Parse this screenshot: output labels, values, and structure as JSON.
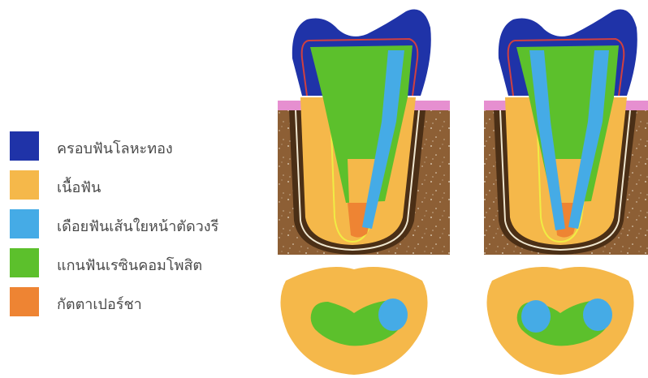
{
  "legend": [
    {
      "label": "ครอบฟันโลหะทอง",
      "color": "#1f33a8"
    },
    {
      "label": "เนื้อฟัน",
      "color": "#f5b84a"
    },
    {
      "label": "เดือยฟันเส้นใยหน้าตัดวงรี",
      "color": "#45abe6"
    },
    {
      "label": "แกนฟันเรซินคอมโพสิต",
      "color": "#5cc02c"
    },
    {
      "label": "กัตตาเปอร์ชา",
      "color": "#ee8433"
    }
  ],
  "colors": {
    "gum": "#e68fd0",
    "bone": "#8d5f35",
    "bone_dark": "#4b2f16",
    "canal_outline": "#f0ec44"
  },
  "figures": [
    {
      "id": "left",
      "post_side": "right",
      "cross_section_post": "right"
    },
    {
      "id": "right",
      "post_side": "both",
      "cross_section_post": "both"
    }
  ]
}
